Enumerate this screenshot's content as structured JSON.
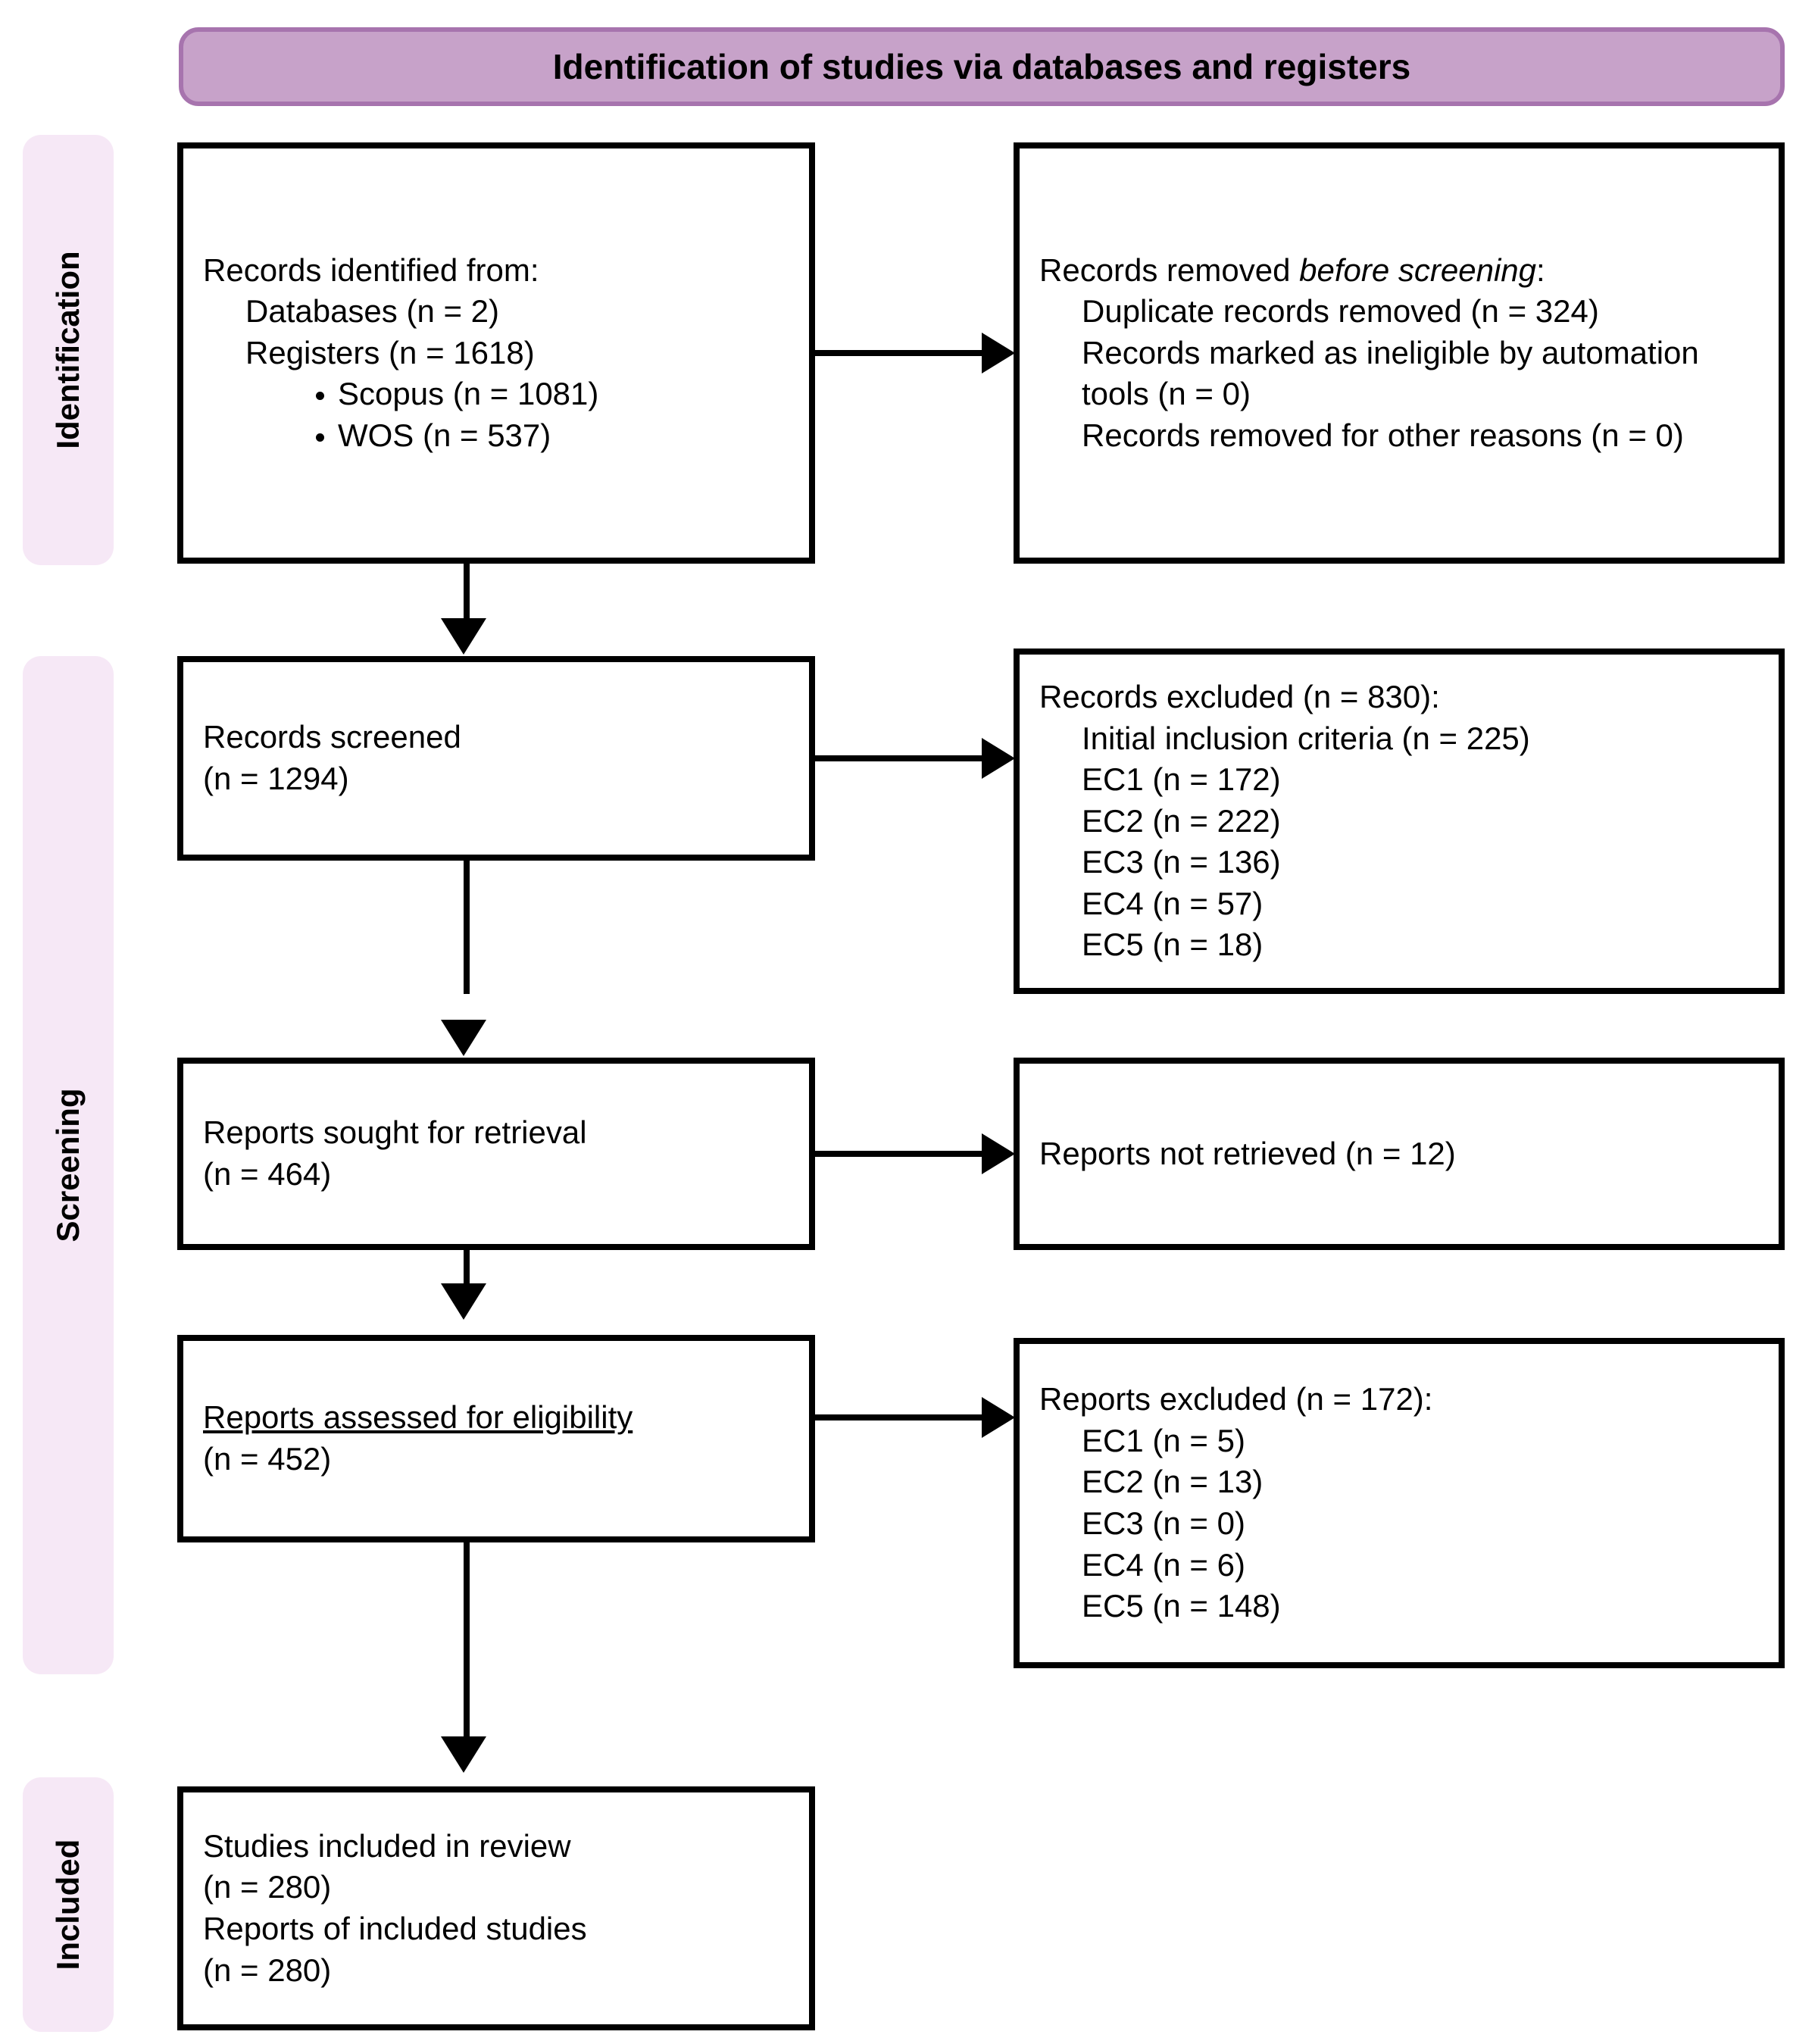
{
  "header": {
    "title": "Identification of studies via databases and registers"
  },
  "stages": [
    {
      "id": "identification",
      "label": "Identification"
    },
    {
      "id": "screening",
      "label": "Screening"
    },
    {
      "id": "included",
      "label": "Included"
    }
  ],
  "colors": {
    "banner_fill": "#c7a2c9",
    "banner_border": "#a774ae",
    "stage_fill": "#f6e8f6",
    "box_border": "#000000",
    "box_fill": "#ffffff",
    "text": "#000000"
  },
  "boxes": {
    "identified": {
      "line1": "Records identified from:",
      "line2": "Databases (n = 2)",
      "line3": "Registers (n = 1618)",
      "bullets": [
        "Scopus (n = 1081)",
        "WOS (n = 537)"
      ]
    },
    "removed": {
      "line1_prefix": "Records removed ",
      "line1_italic": "before screening",
      "line1_suffix": ":",
      "line2": "Duplicate records removed (n = 324)",
      "line3": "Records marked as ineligible by automation tools (n = 0)",
      "line4": "Records removed for other reasons (n = 0)"
    },
    "screened": {
      "line1": "Records screened",
      "line2": "(n = 1294)"
    },
    "records_excluded": {
      "line1": "Records excluded (n = 830):",
      "items": [
        "Initial inclusion criteria (n = 225)",
        "EC1 (n = 172)",
        "EC2 (n = 222)",
        "EC3 (n = 136)",
        "EC4 (n = 57)",
        "EC5 (n = 18)"
      ]
    },
    "sought": {
      "line1": "Reports sought for retrieval",
      "line2": "(n = 464)"
    },
    "not_retrieved": {
      "line1": "Reports not retrieved (n = 12)"
    },
    "assessed": {
      "line1": "Reports assessed for eligibility",
      "line2": "(n = 452)"
    },
    "reports_excluded": {
      "line1": "Reports excluded (n = 172):",
      "items": [
        "EC1 (n = 5)",
        "EC2 (n = 13)",
        "EC3 (n = 0)",
        "EC4 (n = 6)",
        "EC5 (n = 148)"
      ]
    },
    "included": {
      "line1": "Studies included in review",
      "line2": "(n = 280)",
      "line3": "Reports of included studies",
      "line4": "(n = 280)"
    }
  }
}
